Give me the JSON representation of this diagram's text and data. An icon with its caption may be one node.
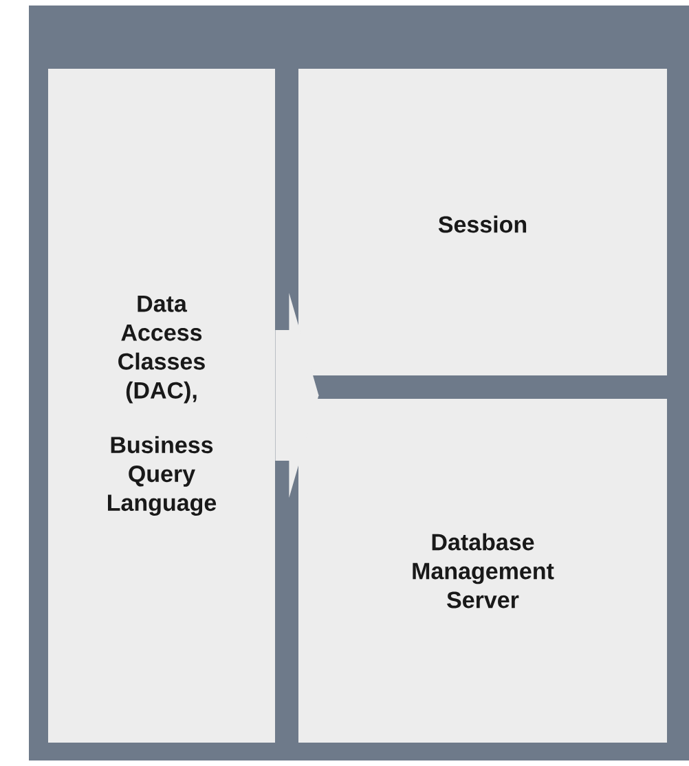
{
  "diagram": {
    "nodes": [
      {
        "text": [
          "Data Access Classes (DAC),",
          "Business Query Language"
        ]
      },
      {
        "text": [
          "Session"
        ]
      },
      {
        "text": [
          "Database Management Server"
        ]
      }
    ],
    "edges": [
      {
        "from": 0,
        "to": 1,
        "arrow": "to"
      },
      {
        "from": 0,
        "to": 2,
        "arrow": "to"
      }
    ]
  }
}
